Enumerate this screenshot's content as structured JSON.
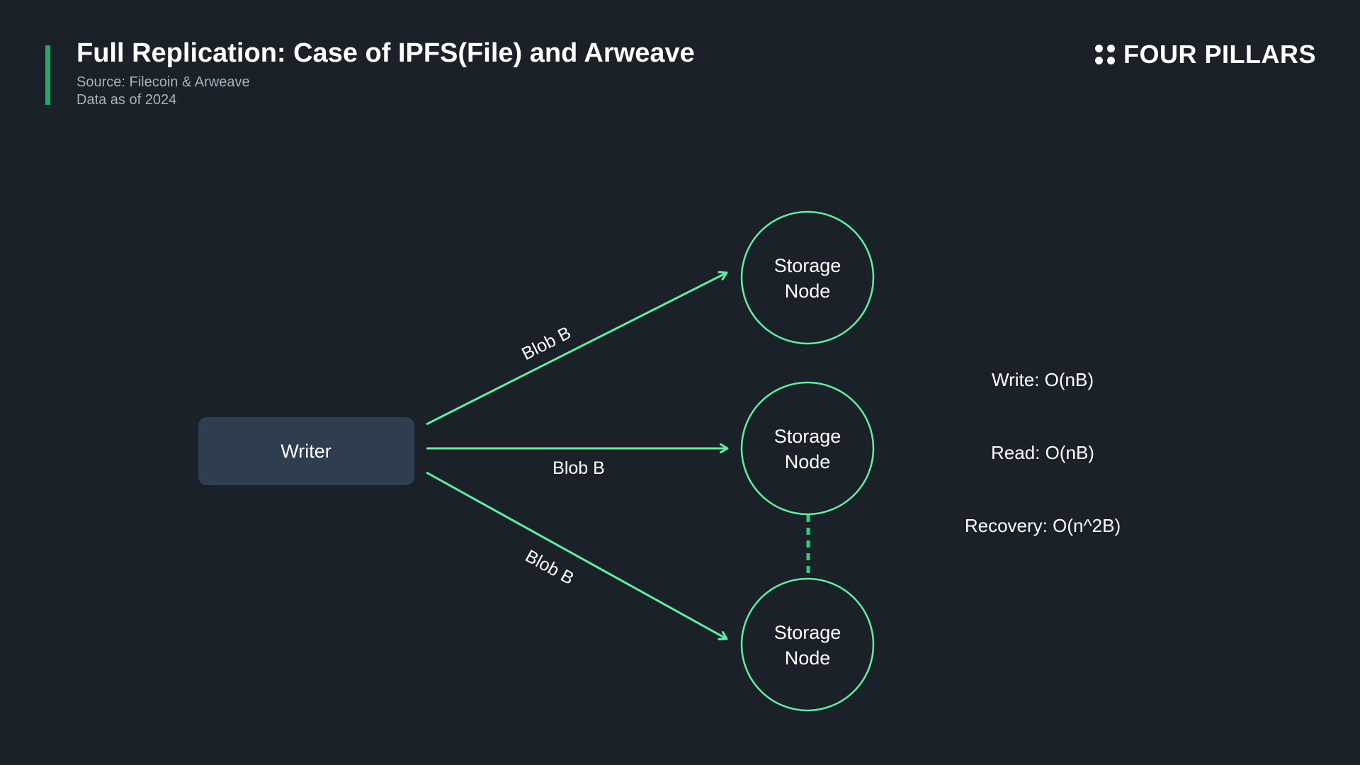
{
  "header": {
    "title": "Full Replication: Case of IPFS(File) and Arweave",
    "source": "Source: Filecoin & Arweave",
    "date_note": "Data as of 2024"
  },
  "brand": {
    "name": "FOUR PILLARS",
    "icon": "four-dots-icon"
  },
  "diagram": {
    "writer_label": "Writer",
    "storage_nodes": [
      {
        "line1": "Storage",
        "line2": "Node"
      },
      {
        "line1": "Storage",
        "line2": "Node"
      },
      {
        "line1": "Storage",
        "line2": "Node"
      }
    ],
    "edge_labels": [
      "Blob B",
      "Blob B",
      "Blob B"
    ]
  },
  "metrics": {
    "write": "Write: O(nB)",
    "read": "Read: O(nB)",
    "recovery": "Recovery: O(n^2B)"
  },
  "colors": {
    "background": "#1b2129",
    "accent": "#2fa46a",
    "edge": "#5cf0a0",
    "writer_box": "#2e3d50"
  }
}
